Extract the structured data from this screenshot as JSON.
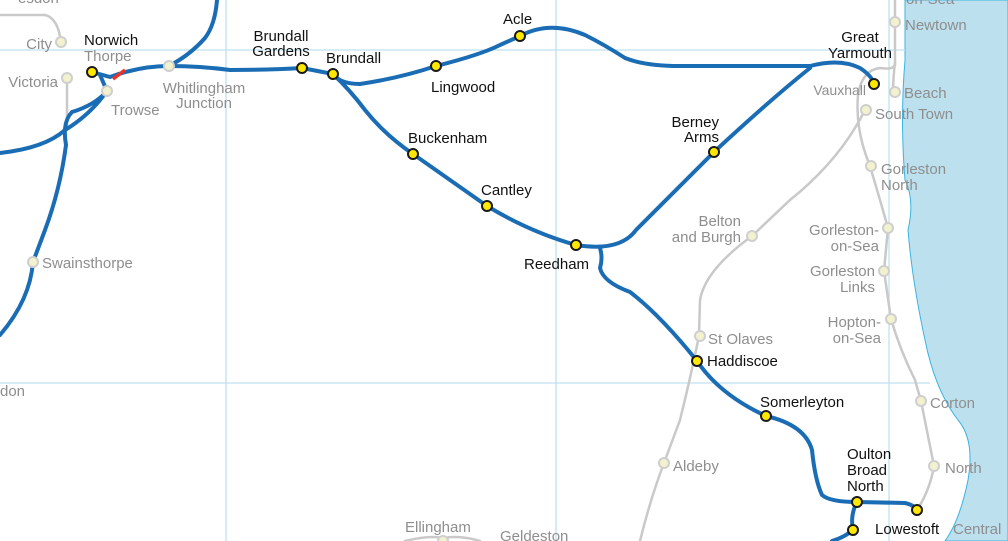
{
  "map": {
    "colors": {
      "network_line": "#1a6db4",
      "other_line": "#c9c9c9",
      "sea": "#bde0ee",
      "served_station": "#ffe800",
      "other_station": "#f2f2cf",
      "closed_link": "#e8332a"
    },
    "edge_labels": {
      "top_left": "esdon",
      "top_right": "on-Sea",
      "left": "don"
    },
    "stations": {
      "norwich": [
        "Norwich"
      ],
      "thorpe": "Thorpe",
      "city": "City",
      "victoria": "Victoria",
      "trowse": "Trowse",
      "whitlingham": [
        "Whitlingham",
        "Junction"
      ],
      "brundall_gardens": [
        "Brundall",
        "Gardens"
      ],
      "brundall": "Brundall",
      "acle": "Acle",
      "lingwood": "Lingwood",
      "buckenham": "Buckenham",
      "cantley": "Cantley",
      "reedham": "Reedham",
      "berney_arms": [
        "Berney",
        "Arms"
      ],
      "great_yarmouth": [
        "Great",
        "Yarmouth"
      ],
      "vauxhall": "Vauxhall",
      "newtown": "Newtown",
      "beach": "Beach",
      "south_town": "South Town",
      "gorleston_north": [
        "Gorleston",
        "North"
      ],
      "belton": [
        "Belton",
        "and Burgh"
      ],
      "gorleston_on_sea": [
        "Gorleston-",
        "on-Sea"
      ],
      "gorleston_links": [
        "Gorleston",
        "Links"
      ],
      "hopton": [
        "Hopton-",
        "on-Sea"
      ],
      "st_olaves": "St Olaves",
      "haddiscoe": "Haddiscoe",
      "somerleyton": "Somerleyton",
      "aldeby": "Aldeby",
      "corton": "Corton",
      "north": "North",
      "oulton_broad_north": [
        "Oulton",
        "Broad",
        "North"
      ],
      "lowestoft": "Lowestoft",
      "central": "Central",
      "ellingham": "Ellingham",
      "geldeston": "Geldeston",
      "swainsthorpe": "Swainsthorpe"
    }
  }
}
